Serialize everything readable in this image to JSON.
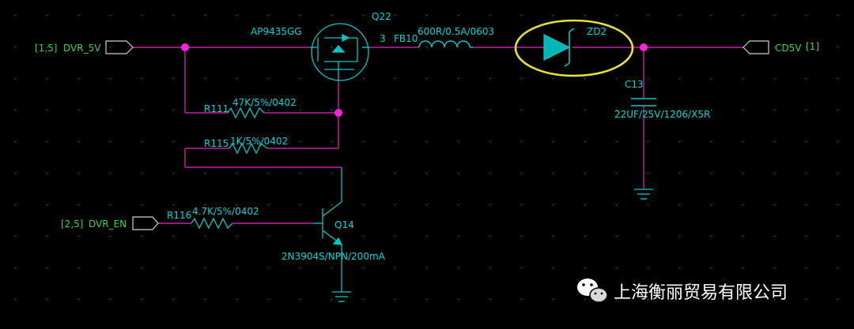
{
  "colors": {
    "background": "#000000",
    "wire": "#c81ea5",
    "component": "#00c8c8",
    "port_label": "#3ad83a",
    "junction": "#ff22dd",
    "highlight": "#e8e03a",
    "watermark": "#ffffff"
  },
  "ports": {
    "dvr_5v_ref": "[1,5]",
    "dvr_5v": "DVR_5V",
    "dvr_en_ref": "[2,5]",
    "dvr_en": "DVR_EN",
    "cd5v": "CD5V",
    "cd5v_ref": "[1]"
  },
  "components": {
    "q22": {
      "ref": "Q22",
      "value": "AP9435GG",
      "pin": "3"
    },
    "fb10": {
      "ref": "FB10",
      "value": "600R/0.5A/0603"
    },
    "zd2": {
      "ref": "ZD2"
    },
    "c13": {
      "ref": "C13",
      "value": "22UF/25V/1206/X5R"
    },
    "r111": {
      "ref": "R111",
      "value": "47K/5%/0402"
    },
    "r115": {
      "ref": "R115",
      "value": "1K/5%/0402"
    },
    "r116": {
      "ref": "R116",
      "value": "4.7K/5%/0402"
    },
    "q14": {
      "ref": "Q14",
      "value": "2N3904S/NPN/200mA"
    }
  },
  "watermark": {
    "icon": "wechat-icon",
    "company": "上海衡丽贸易有限公司"
  }
}
